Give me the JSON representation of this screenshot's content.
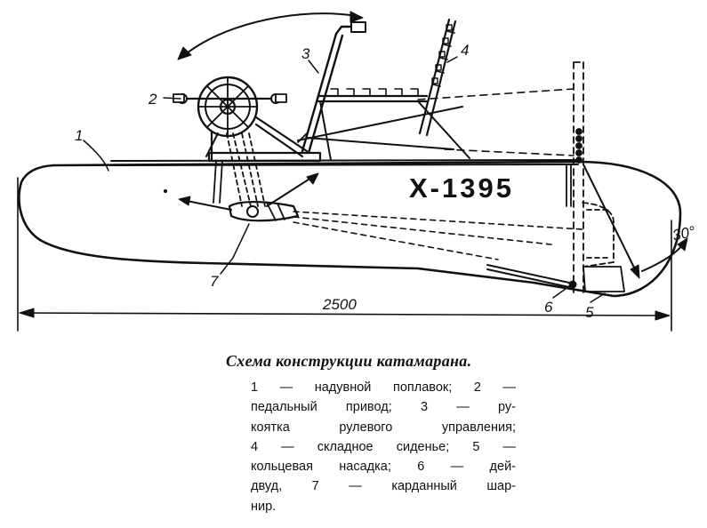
{
  "diagram": {
    "hull_registration": "X-1395",
    "length_dimension": "2500",
    "tilt_angle": "30°",
    "part_labels": [
      "1",
      "2",
      "3",
      "4",
      "5",
      "6",
      "7"
    ]
  },
  "caption": {
    "title": "Схема конструкции катамарана.",
    "legend_lines": [
      "1 — надувной поплавок; 2 —",
      "педальный привод; 3 — ру-",
      "коятка рулевого управления;",
      "4 — складное сиденье; 5 —",
      "кольцевая насадка; 6 — дей-",
      "двуд, 7 — карданный шар-",
      "нир."
    ]
  },
  "colors": {
    "ink": "#111111",
    "paper": "#ffffff"
  }
}
